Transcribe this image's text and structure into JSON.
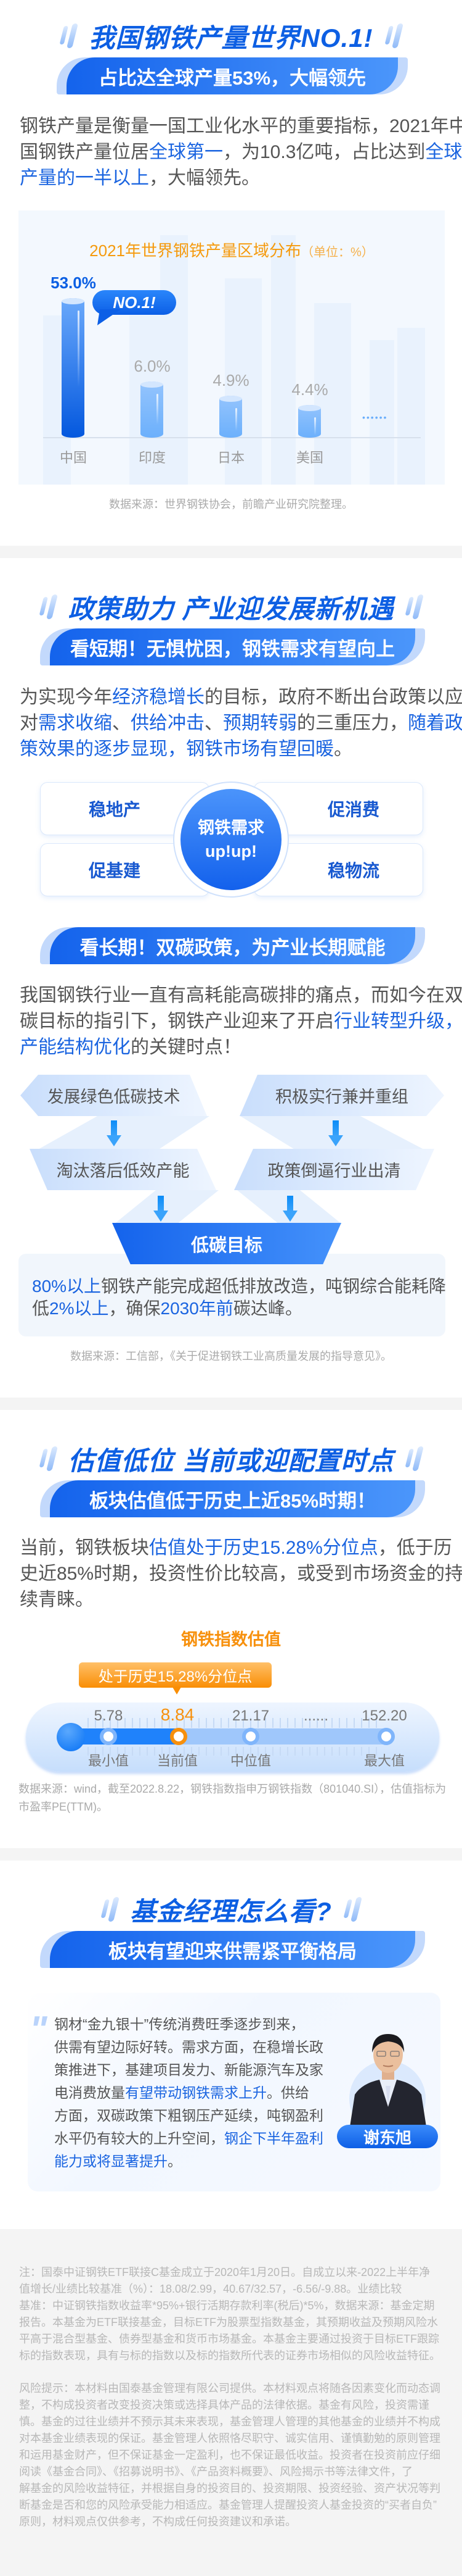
{
  "s1": {
    "title": "我国钢铁产量世界NO.1!",
    "banner": "占比达全球产量53%，大幅领先",
    "para": [
      [
        {
          "t": "钢铁产量是衡量一国工业化水平的重要指标，2021年中"
        }
      ],
      [
        {
          "t": "国钢铁产量位居"
        },
        {
          "t": "全球第一",
          "hl": true
        },
        {
          "t": "，为10.3亿吨，占比达到"
        },
        {
          "t": "全球",
          "hl": true
        }
      ],
      [
        {
          "t": "产量的一半以上",
          "hl": true
        },
        {
          "t": "，大幅领先。"
        }
      ]
    ],
    "chart_title": "2021年世界钢铁产量区域分布",
    "chart_unit": "（单位：%）",
    "badge": "NO.1!",
    "ellipsis": "••••••",
    "value_labels": [
      "53.0%",
      "6.0%",
      "4.9%",
      "4.4%"
    ],
    "source": "数据来源：世界钢铁协会，前瞻产业研究院整理。"
  },
  "chart_data": {
    "type": "bar",
    "title": "2021年世界钢铁产量区域分布",
    "ylabel": "单位：%",
    "categories": [
      "中国",
      "印度",
      "日本",
      "美国"
    ],
    "values": [
      53.0,
      6.0,
      4.9,
      4.4
    ]
  },
  "s2": {
    "title": "政策助力 产业迎发展新机遇",
    "banner1": "看短期！无惧忧困，钢铁需求有望向上",
    "para1": [
      [
        {
          "t": "为实现今年"
        },
        {
          "t": "经济稳增长",
          "hl": true
        },
        {
          "t": "的目标，政府不断出台政策以应"
        }
      ],
      [
        {
          "t": "对"
        },
        {
          "t": "需求收缩",
          "hl": true
        },
        {
          "t": "、"
        },
        {
          "t": "供给冲击",
          "hl": true
        },
        {
          "t": "、"
        },
        {
          "t": "预期转弱",
          "hl": true
        },
        {
          "t": "的三重压力，"
        },
        {
          "t": "随着政",
          "hl": true
        }
      ],
      [
        {
          "t": "策效果的逐步显现，钢铁市场有望回暖",
          "hl": true
        },
        {
          "t": "。"
        }
      ]
    ],
    "cards": [
      "稳地产",
      "促消费",
      "促基建",
      "稳物流"
    ],
    "center_line1": "钢铁需求",
    "center_line2": "up!up!",
    "banner2": "看长期！双碳政策，为产业长期赋能",
    "para2": [
      [
        {
          "t": "我国钢铁行业一直有高耗能高碳排的痛点，而如今在双"
        }
      ],
      [
        {
          "t": "碳目标的指引下，钢铁产业迎来了开启"
        },
        {
          "t": "行业转型升级，",
          "hl": true
        }
      ],
      [
        {
          "t": "产能结构优化",
          "hl": true
        },
        {
          "t": "的关键时点！"
        }
      ]
    ],
    "flow": [
      "发展绿色低碳技术",
      "积极实行兼并重组",
      "淘汰落后低效产能",
      "政策倒逼行业出清"
    ],
    "goal": "低碳目标",
    "info": [
      [
        {
          "t": "80%以上",
          "hl": true
        },
        {
          "t": "钢铁产能完成超低排放改造，吨钢综合能耗降"
        }
      ],
      [
        {
          "t": "低"
        },
        {
          "t": "2%以上",
          "hl": true
        },
        {
          "t": "，确保"
        },
        {
          "t": "2030年前",
          "hl": true
        },
        {
          "t": "碳达峰。"
        }
      ]
    ],
    "source": "数据来源：工信部，《关于促进钢铁工业高质量发展的指导意见》。"
  },
  "s3": {
    "title": "估值低位 当前或迎配置时点",
    "banner": "板块估值低于历史上近85%时期！",
    "para": [
      [
        {
          "t": "当前，钢铁板块"
        },
        {
          "t": "估值处于历史15.28%分位点",
          "hl": true
        },
        {
          "t": "，低于历"
        }
      ],
      [
        {
          "t": "史近85%时期，投资性价比较高，或受到市场资金的持"
        }
      ],
      [
        {
          "t": "续青睐。"
        }
      ]
    ],
    "gauge_title": "钢铁指数估值",
    "tag": "处于历史15.28%分位点",
    "gauge": {
      "values": [
        "5.78",
        "8.84",
        "21.17",
        "......",
        "152.20"
      ],
      "labels": [
        "最小值",
        "当前值",
        "中位值",
        "最大值"
      ],
      "current_percentile": 15.28
    },
    "source": [
      [
        {
          "t": "数据来源：wind，截至2022.8.22，钢铁指数指申万钢铁指数（801040.SI），估值指标为"
        }
      ],
      [
        {
          "t": "市盈率PE(TTM)。"
        }
      ]
    ]
  },
  "s4": {
    "title": "基金经理怎么看?",
    "banner": "板块有望迎来供需紧平衡格局",
    "quote": [
      [
        {
          "t": "钢材“金九银十”传统消费旺季逐步到来，"
        }
      ],
      [
        {
          "t": "供需有望边际好转。需求方面，在稳增长政"
        }
      ],
      [
        {
          "t": "策推进下，基建项目发力、新能源汽车及家"
        }
      ],
      [
        {
          "t": "电消费放量"
        },
        {
          "t": "有望带动钢铁需求上升",
          "hl": true
        },
        {
          "t": "。供给"
        }
      ],
      [
        {
          "t": "方面，双碳政策下粗钢压产延续，吨钢盈利"
        }
      ],
      [
        {
          "t": "水平仍有较大的上升空间，"
        },
        {
          "t": "钢企下半年盈利",
          "hl": true
        }
      ],
      [
        {
          "t": "能力或将显著提升",
          "hl": true
        },
        {
          "t": "。"
        }
      ]
    ],
    "manager_name": "谢东旭"
  },
  "footer": {
    "note": [
      [
        {
          "t": "注：国泰中证钢铁ETF联接C基金成立于2020年1月20日。自成立以来-2022上半年净"
        }
      ],
      [
        {
          "t": "值增长/业绩比较基准（%）：18.08/2.99，40.67/32.57，-6.56/-9.88。业绩比较"
        }
      ],
      [
        {
          "t": "基准：中证钢铁指数收益率*95%+银行活期存款利率(税后)*5%，数据来源：基金定期"
        }
      ],
      [
        {
          "t": "报告。本基金为ETF联接基金，目标ETF为股票型指数基金，其预期收益及预期风险水"
        }
      ],
      [
        {
          "t": "平高于混合型基金、债券型基金和货币市场基金。本基金主要通过投资于目标ETF跟踪"
        }
      ],
      [
        {
          "t": "标的指数表现，具有与标的指数以及标的指数所代表的证券市场相似的风险收益特征。"
        }
      ]
    ],
    "risk": [
      [
        {
          "t": "风险提示：本材料由国泰基金管理有限公司提供。本材料观点将随各因素变化而动态调"
        }
      ],
      [
        {
          "t": "整，不构成投资者改变投资决策或选择具体产品的法律依据。基金有风险，投资需谨"
        }
      ],
      [
        {
          "t": "慎。基金的过往业绩并不预示其未来表现，基金管理人管理的其他基金的业绩并不构成"
        }
      ],
      [
        {
          "t": "对本基金业绩表现的保证。基金管理人依照恪尽职守、诚实信用、谨慎勤勉的原则管理"
        }
      ],
      [
        {
          "t": "和运用基金财产，但不保证基金一定盈利，也不保证最低收益。投资者在投资前应仔细"
        }
      ],
      [
        {
          "t": "阅读《基金合同》、《招募说明书》、《产品资料概要》、风险揭示书等法律文件，了"
        }
      ],
      [
        {
          "t": "解基金的风险收益特征，并根据自身的投资目的、投资期限、投资经验、资产状况等判"
        }
      ],
      [
        {
          "t": "断基金是否和您的风险承受能力相适应。基金管理人提醒投资人基金投资的“买者自负”"
        }
      ],
      [
        {
          "t": "原则，材料观点仅供参考，不构成任何投资建议和承诺。"
        }
      ]
    ]
  },
  "colors": {
    "brand_blue": "#0d5fe3",
    "highlight": "#1a64e0",
    "orange": "#f7900c",
    "text": "#555555"
  }
}
